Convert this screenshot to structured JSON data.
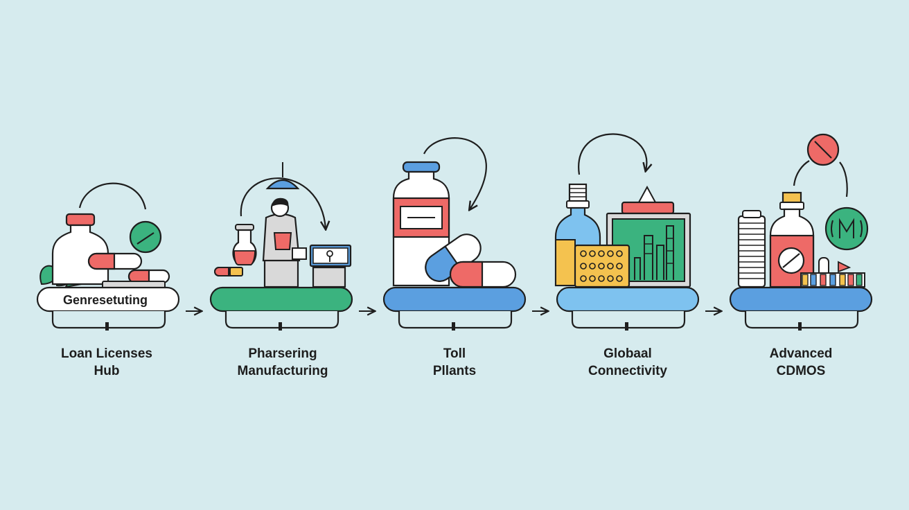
{
  "colors": {
    "background": "#d6ebee",
    "outline": "#1e1e1e",
    "red": "#ee6a67",
    "green": "#3bb37f",
    "blue": "#5b9fe0",
    "blue_light": "#7ec2ef",
    "yellow": "#f4c24f",
    "white": "#ffffff",
    "gray": "#d9d9d9"
  },
  "stages": [
    {
      "id": "loan-licenses-hub",
      "platform_text": "Genresetuting",
      "label_lines": [
        "Loan Licenses",
        "Hub"
      ],
      "platform_color": "#ffffff",
      "icons": [
        "bottle-icon",
        "capsule-icon",
        "leaf-icon",
        "no-sign-icon"
      ]
    },
    {
      "id": "pharsering-manufacturing",
      "platform_text": "",
      "label_lines": [
        "Pharsering",
        "Manufacturing"
      ],
      "platform_color": "#3bb37f",
      "icons": [
        "worker-icon",
        "lamp-icon",
        "flask-icon",
        "microscope-icon"
      ]
    },
    {
      "id": "toll-plants",
      "platform_text": "",
      "label_lines": [
        "Toll",
        "Pllants"
      ],
      "platform_color": "#5b9fe0",
      "icons": [
        "bottle-icon",
        "capsule-icon"
      ]
    },
    {
      "id": "global-connectivity",
      "platform_text": "",
      "label_lines": [
        "Globaal",
        "Connectivity"
      ],
      "platform_color": "#7ec2ef",
      "icons": [
        "bottle-icon",
        "blister-pack-icon",
        "factory-monitor-icon"
      ]
    },
    {
      "id": "advanced-cdmos",
      "platform_text": "",
      "label_lines": [
        "Advanced",
        "CDMOS"
      ],
      "platform_color": "#5b9fe0",
      "icons": [
        "bottle-icon",
        "server-icon",
        "no-sign-icon",
        "molecule-icon",
        "test-tubes-icon"
      ]
    }
  ]
}
